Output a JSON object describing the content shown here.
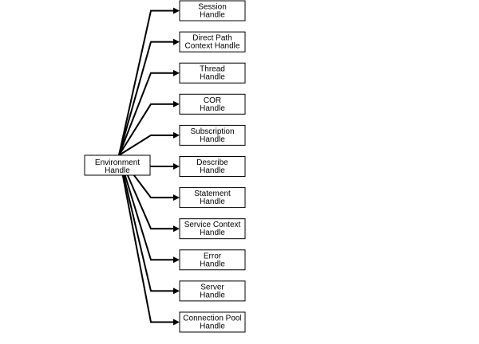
{
  "root": {
    "id": "environment",
    "lines": [
      "Environment",
      "Handle"
    ]
  },
  "children": [
    {
      "id": "session",
      "lines": [
        "Session",
        "Handle"
      ]
    },
    {
      "id": "direct-path-context",
      "lines": [
        "Direct Path",
        "Context Handle"
      ]
    },
    {
      "id": "thread",
      "lines": [
        "Thread",
        "Handle"
      ]
    },
    {
      "id": "cor",
      "lines": [
        "COR",
        "Handle"
      ]
    },
    {
      "id": "subscription",
      "lines": [
        "Subscription",
        "Handle"
      ]
    },
    {
      "id": "describe",
      "lines": [
        "Describe",
        "Handle"
      ]
    },
    {
      "id": "statement",
      "lines": [
        "Statement",
        "Handle"
      ]
    },
    {
      "id": "service-context",
      "lines": [
        "Service Context",
        "Handle"
      ]
    },
    {
      "id": "error",
      "lines": [
        "Error",
        "Handle"
      ]
    },
    {
      "id": "server",
      "lines": [
        "Server",
        "Handle"
      ]
    },
    {
      "id": "connection-pool",
      "lines": [
        "Connection Pool",
        "Handle"
      ]
    }
  ]
}
